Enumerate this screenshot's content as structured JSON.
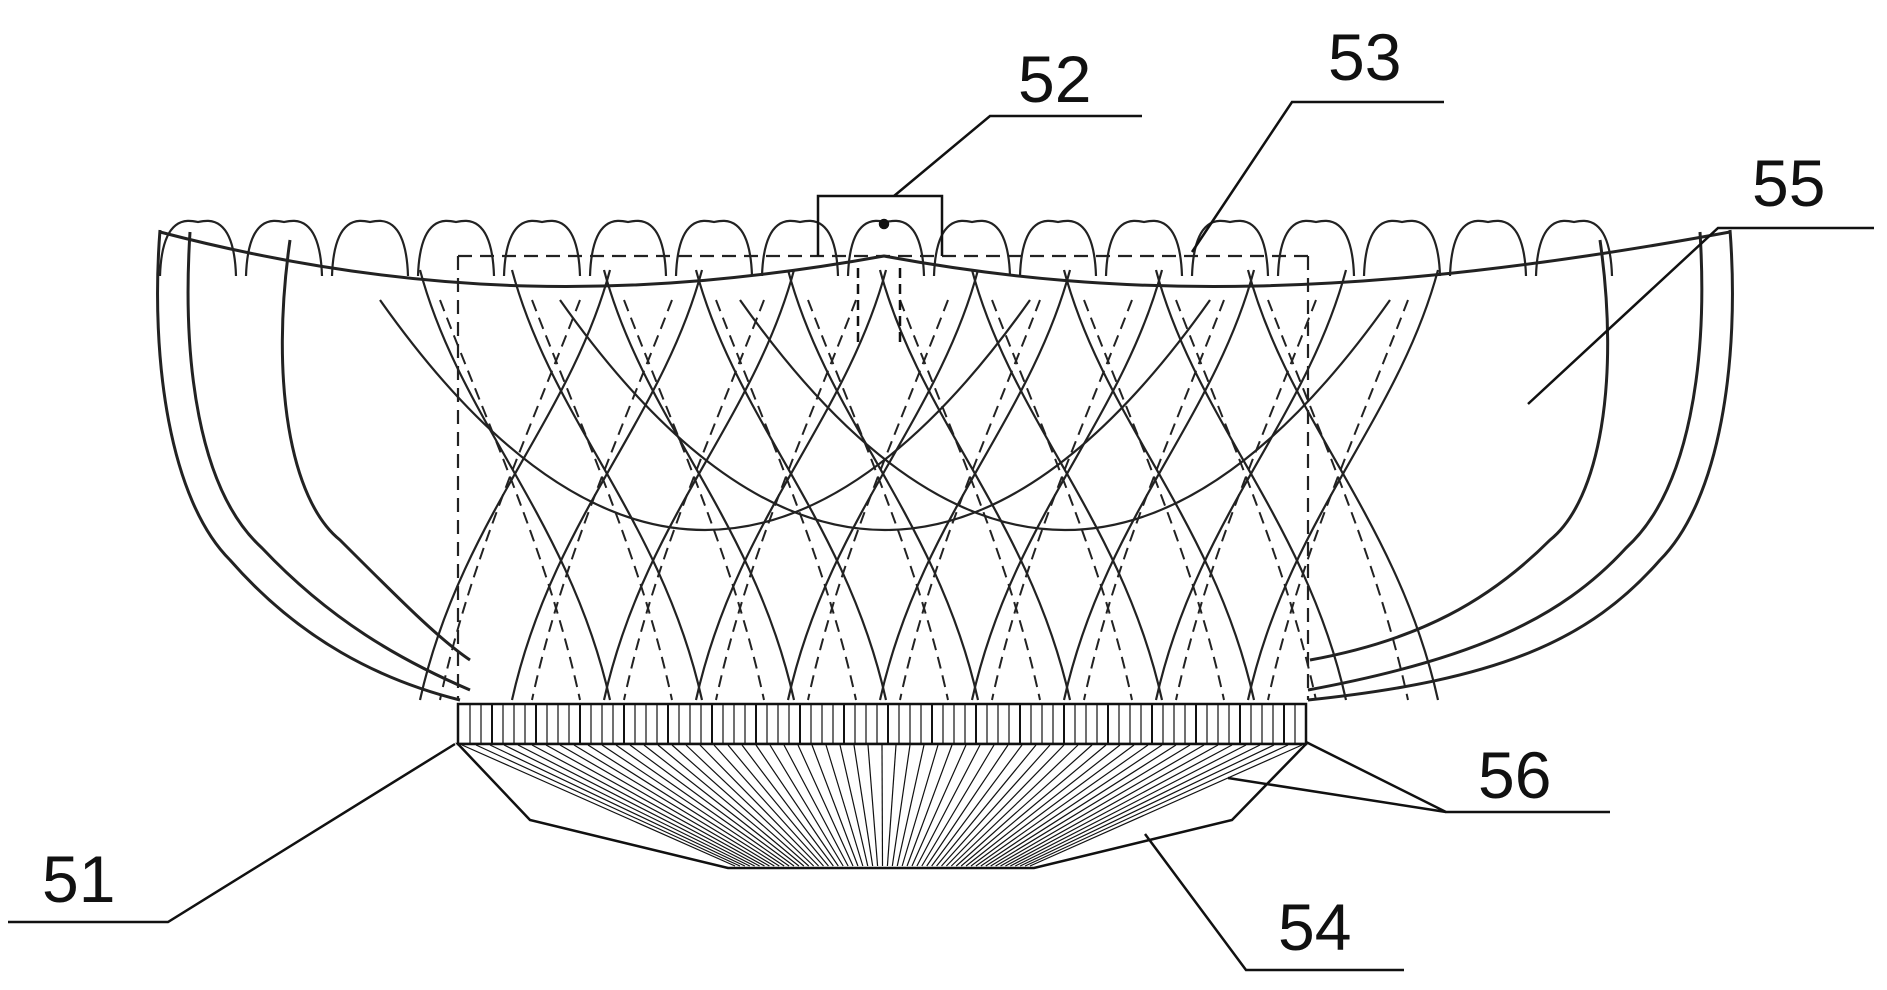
{
  "figure": {
    "labels": {
      "stent_inflow_ring": "51",
      "commissure_post": "52",
      "upper_edge": "53",
      "skirt": "54",
      "outer_flare": "55",
      "ring_bands": "56"
    }
  }
}
